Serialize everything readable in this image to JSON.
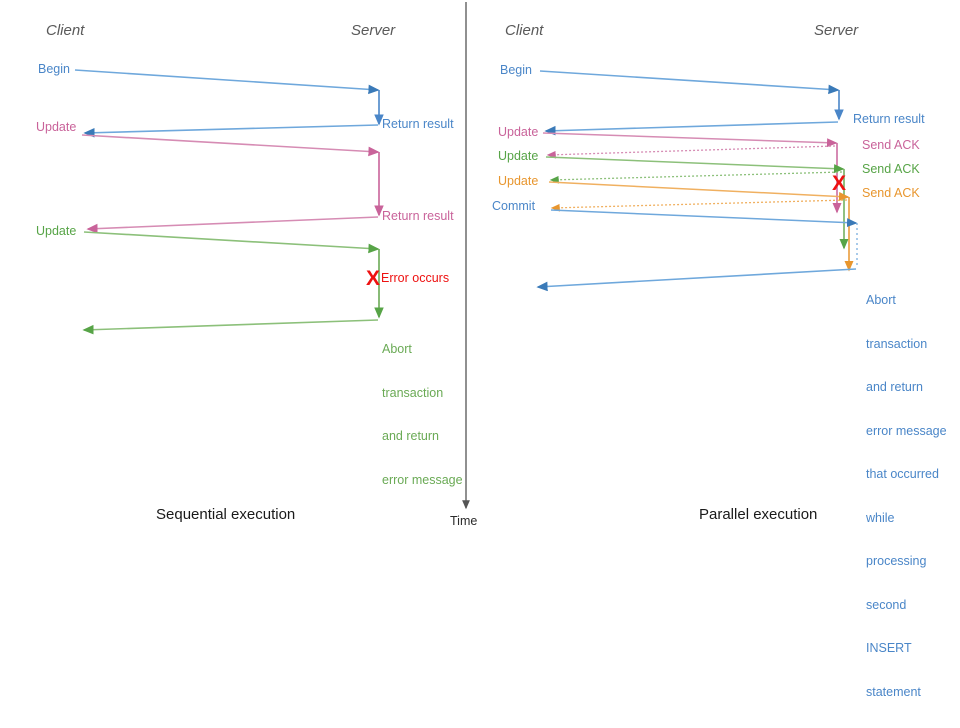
{
  "colors": {
    "blue": "#4a86c8",
    "blue_dark": "#3a7ab8",
    "pink": "#c9639a",
    "pink_light": "#d68cb4",
    "green": "#57a447",
    "green_light": "#8cc07a",
    "orange": "#e8962e",
    "orange_light": "#f0b060",
    "red": "#ee1111",
    "gray": "#595959",
    "axis": "#555555"
  },
  "panels": {
    "left": {
      "caption": "Sequential execution",
      "client_label": "Client",
      "server_label": "Server",
      "messages": [
        {
          "id": "begin",
          "label": "Begin",
          "color": "blue"
        },
        {
          "id": "return-result-1",
          "label": "Return result",
          "color": "blue"
        },
        {
          "id": "update-1",
          "label": "Update",
          "color": "pink"
        },
        {
          "id": "return-result-2",
          "label": "Return result",
          "color": "pink"
        },
        {
          "id": "update-2",
          "label": "Update",
          "color": "green"
        }
      ],
      "error_label": "Error occurs",
      "error_marker": "X",
      "abort_lines": [
        "Abort",
        "transaction",
        "and return",
        "error message"
      ]
    },
    "right": {
      "caption": "Parallel execution",
      "client_label": "Client",
      "server_label": "Server",
      "messages": [
        {
          "id": "begin",
          "label": "Begin",
          "color": "blue"
        },
        {
          "id": "return-result",
          "label": "Return result",
          "color": "blue"
        },
        {
          "id": "update-1",
          "label": "Update",
          "color": "pink"
        },
        {
          "id": "send-ack-1",
          "label": "Send ACK",
          "color": "pink"
        },
        {
          "id": "update-2",
          "label": "Update",
          "color": "green"
        },
        {
          "id": "send-ack-2",
          "label": "Send ACK",
          "color": "green"
        },
        {
          "id": "update-3",
          "label": "Update",
          "color": "orange"
        },
        {
          "id": "send-ack-3",
          "label": "Send ACK",
          "color": "orange"
        },
        {
          "id": "commit",
          "label": "Commit",
          "color": "blue"
        }
      ],
      "error_marker": "X",
      "abort_lines": [
        "Abort",
        "transaction",
        "and return",
        "error message",
        "that occurred",
        "while",
        "processing",
        "second",
        "INSERT",
        "statement"
      ]
    }
  },
  "time_axis": {
    "label": "Time"
  }
}
